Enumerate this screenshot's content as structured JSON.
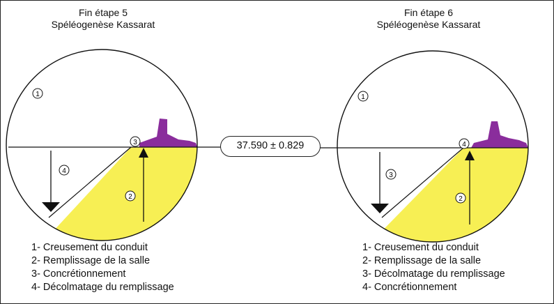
{
  "left_panel": {
    "title_line1": "Fin étape 5",
    "title_line2": "Spéléogenèse Kassarat",
    "markers": {
      "m1": "1",
      "m2": "2",
      "m3": "3",
      "m4": "4"
    },
    "legend": [
      "1- Creusement du conduit",
      "2- Remplissage de la salle",
      "3- Concrétionnement",
      "4- Décolmatage du remplissage"
    ]
  },
  "right_panel": {
    "title_line1": "Fin étape 6",
    "title_line2": "Spéléogenèse Kassarat",
    "markers": {
      "m1": "1",
      "m2": "2",
      "m3": "3",
      "m4": "4"
    },
    "legend": [
      "1- Creusement du conduit",
      "2- Remplissage de la salle",
      "3- Décolmatage du remplissage",
      "4- Concrétionnement"
    ]
  },
  "readout": "37.590 ± 0.829",
  "colors": {
    "fill_yellow": "#f7ef54",
    "concretion_purple": "#8a2d9c",
    "outline": "#111111"
  }
}
